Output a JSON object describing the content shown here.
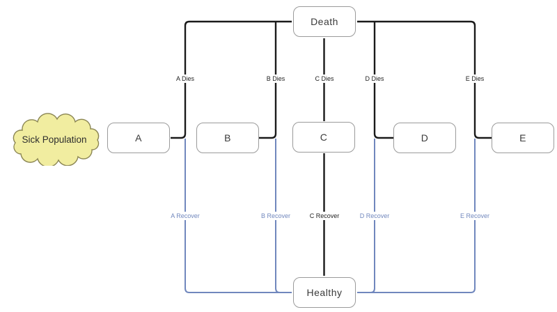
{
  "cloud": {
    "label": "Sick Population"
  },
  "nodes": [
    {
      "id": "A",
      "label": "A"
    },
    {
      "id": "B",
      "label": "B"
    },
    {
      "id": "C",
      "label": "C"
    },
    {
      "id": "D",
      "label": "D"
    },
    {
      "id": "E",
      "label": "E"
    }
  ],
  "terminals": {
    "death": {
      "label": "Death"
    },
    "healthy": {
      "label": "Healthy"
    }
  },
  "edge_labels": {
    "dies": [
      {
        "label": "A Dies"
      },
      {
        "label": "B Dies"
      },
      {
        "label": "C Dies"
      },
      {
        "label": "D Dies"
      },
      {
        "label": "E Dies"
      }
    ],
    "recover": [
      {
        "label": "A Recover"
      },
      {
        "label": "B Recover"
      },
      {
        "label": "C Recover"
      },
      {
        "label": "D Recover"
      },
      {
        "label": "E Recover"
      }
    ]
  },
  "colors": {
    "cloud_fill": "#f1eda0",
    "cloud_stroke": "#8a8553",
    "edge_black": "#1a1a1a",
    "edge_blue": "#7087bd",
    "box_border": "#9a9a9a",
    "box_fill": "#ffffff",
    "text_dark": "#3a3a3a"
  }
}
